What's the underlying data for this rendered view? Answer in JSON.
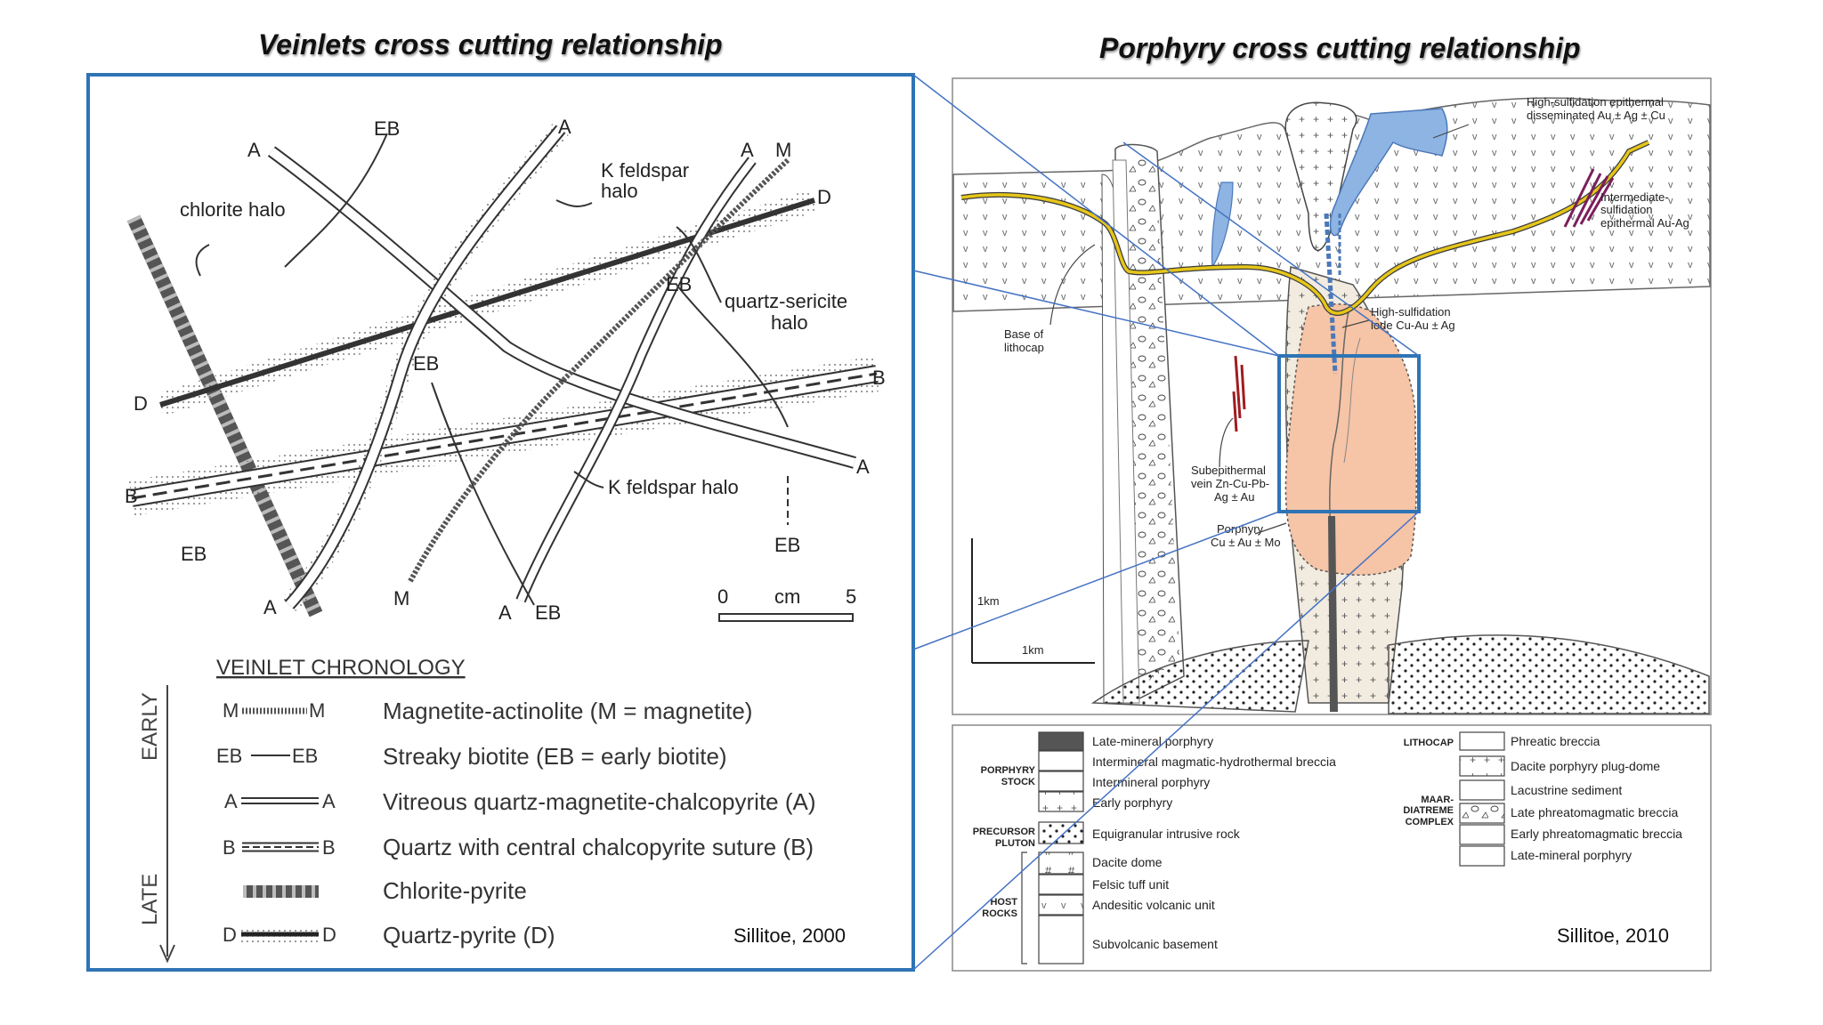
{
  "titles": {
    "left": "Veinlets cross cutting relationship",
    "right": "Porphyry cross cutting relationship"
  },
  "left_panel": {
    "vein_labels": {
      "A": "A",
      "EB": "EB",
      "M": "M",
      "D": "D",
      "B": "B"
    },
    "halo_labels": {
      "chlorite": "chlorite halo",
      "kfeldspar_top_1": "K feldspar",
      "kfeldspar_top_2": "halo",
      "quartz_sericite_1": "quartz-sericite",
      "quartz_sericite_2": "halo",
      "kfeldspar_bottom": "K feldspar halo"
    },
    "scale": {
      "zero": "0",
      "unit": "cm",
      "five": "5"
    },
    "chronology": {
      "heading": "VEINLET CHRONOLOGY",
      "early": "EARLY",
      "late": "LATE",
      "items": [
        {
          "left": "M",
          "right": "M",
          "text": "Magnetite-actinolite (M = magnetite)"
        },
        {
          "left": "EB",
          "right": "EB",
          "text": "Streaky biotite (EB = early biotite)"
        },
        {
          "left": "A",
          "right": "A",
          "text": "Vitreous quartz-magnetite-chalcopyrite (A)"
        },
        {
          "left": "B",
          "right": "B",
          "text": "Quartz with central chalcopyrite suture (B)"
        },
        {
          "left": "",
          "right": "",
          "text": "Chlorite-pyrite"
        },
        {
          "left": "D",
          "right": "D",
          "text": "Quartz-pyrite (D)"
        }
      ]
    },
    "citation": "Sillitoe, 2000"
  },
  "right_panel": {
    "labels": {
      "hs_epi_1": "High-sulfidation epithermal",
      "hs_epi_2": "disseminated Au ± Ag ± Cu",
      "is_1": "Intermediate-",
      "is_2": "sulfidation",
      "is_3": "epithermal Au-Ag",
      "base_1": "Base of",
      "base_2": "lithocap",
      "hs_lode_1": "High-sulfidation",
      "hs_lode_2": "lode Cu-Au ± Ag",
      "sub_1": "Subepithermal",
      "sub_2": "vein Zn-Cu-Pb-",
      "sub_3": "Ag ± Au",
      "por_1": "Porphyry",
      "por_2": "Cu ± Au ± Mo",
      "scale_v": "1km",
      "scale_h": "1km"
    },
    "legend": {
      "groups": {
        "porphyry_stock_1": "PORPHYRY",
        "porphyry_stock_2": "STOCK",
        "precursor_1": "PRECURSOR",
        "precursor_2": "PLUTON",
        "host_1": "HOST",
        "host_2": "ROCKS",
        "lithocap": "LITHOCAP",
        "maar_1": "MAAR-",
        "maar_2": "DIATREME",
        "maar_3": "COMPLEX"
      },
      "left_items": [
        "Late-mineral porphyry",
        "Intermineral magmatic-hydrothermal breccia",
        "Intermineral porphyry",
        "Early porphyry",
        "Equigranular intrusive rock",
        "Dacite dome",
        "Felsic tuff unit",
        "Andesitic volcanic unit",
        "Subvolcanic basement"
      ],
      "right_items": [
        "Phreatic breccia",
        "Dacite porphyry plug-dome",
        "Lacustrine sediment",
        "Late phreatomagmatic breccia",
        "Early phreatomagmatic breccia",
        "Late-mineral porphyry"
      ]
    },
    "citation": "Sillitoe, 2010"
  },
  "colors": {
    "frame_blue": "#2e74b5",
    "link_blue": "#4472c4",
    "lithocap_blue": "#8eb4e3",
    "porphyry_orange": "#f6c4a6",
    "base_yellow": "#e6c619",
    "vein_red": "#a01c20",
    "vein_purple": "#7a1f5c"
  }
}
